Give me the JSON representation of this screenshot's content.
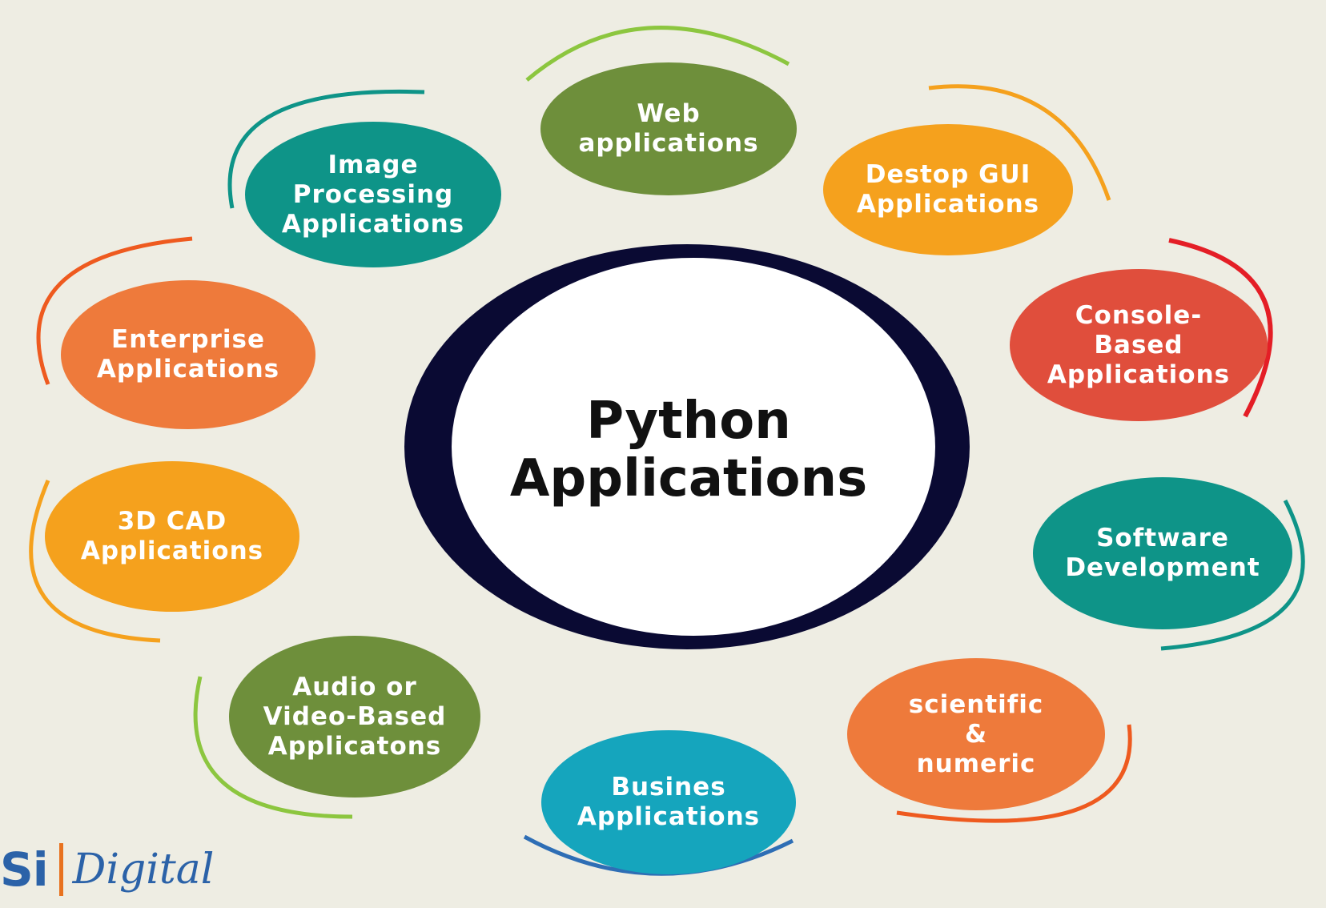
{
  "center": {
    "title": "Python\nApplications"
  },
  "nodes": [
    {
      "label": "Web\napplications",
      "color": "#6e8f3b"
    },
    {
      "label": "Destop GUI\nApplications",
      "color": "#f5a11d"
    },
    {
      "label": "Console-\nBased\nApplications",
      "color": "#e04e3c"
    },
    {
      "label": "Software\nDevelopment",
      "color": "#0e9488"
    },
    {
      "label": "scientific\n&\nnumeric",
      "color": "#ee7a3b"
    },
    {
      "label": "Busines\nApplications",
      "color": "#15a5bd"
    },
    {
      "label": "Audio or\nVideo-Based\nApplicatons",
      "color": "#6e8f3b"
    },
    {
      "label": "3D CAD\nApplications",
      "color": "#f5a11d"
    },
    {
      "label": "Enterprise\nApplications",
      "color": "#ee7a3b"
    },
    {
      "label": "Image\nProcessing\nApplications",
      "color": "#0e9488"
    }
  ],
  "logo": {
    "mark": "Si",
    "text": "Digital"
  }
}
